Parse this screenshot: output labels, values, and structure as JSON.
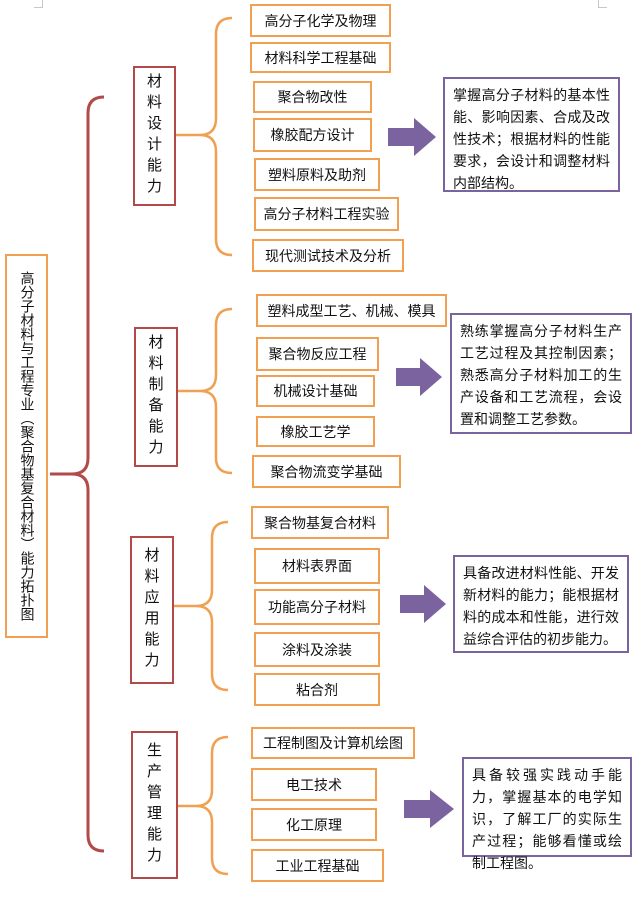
{
  "root": {
    "title": "高分子材料与工程专业（聚合物基复合材料）能力拓扑图"
  },
  "abilities": [
    {
      "name": "材料设计能力",
      "courses": [
        "高分子化学及物理",
        "材料科学工程基础",
        "聚合物改性",
        "橡胶配方设计",
        "塑料原料及助剂",
        "高分子材料工程实验",
        "现代测试技术及分析"
      ],
      "description": "掌握高分子材料的基本性能、影响因素、合成及改性技术；根据材料的性能要求，会设计和调整材料内部结构。"
    },
    {
      "name": "材料制备能力",
      "courses": [
        "塑料成型工艺、机械、模具",
        "聚合物反应工程",
        "机械设计基础",
        "橡胶工艺学",
        "聚合物流变学基础"
      ],
      "description": "熟练掌握高分子材料生产工艺过程及其控制因素；熟悉高分子材料加工的生产设备和工艺流程，会设置和调整工艺参数。"
    },
    {
      "name": "材料应用能力",
      "courses": [
        "聚合物基复合材料",
        "材料表界面",
        "功能高分子材料",
        "涂料及涂装",
        "粘合剂"
      ],
      "description": "具备改进材料性能、开发新材料的能力；能根据材料的成本和性能，进行效益综合评估的初步能力。"
    },
    {
      "name": "生产管理能力",
      "courses": [
        "工程制图及计算机绘图",
        "电工技术",
        "化工原理",
        "工业工程基础"
      ],
      "description": "具备较强实践动手能力，掌握基本的电学知识，了解工厂的实际生产过程；能够看懂或绘制工程图。"
    }
  ],
  "colors": {
    "course_border": "#f0a050",
    "ability_border": "#b24a4a",
    "description_border": "#7b63a0",
    "arrow": "#7b63a0"
  }
}
